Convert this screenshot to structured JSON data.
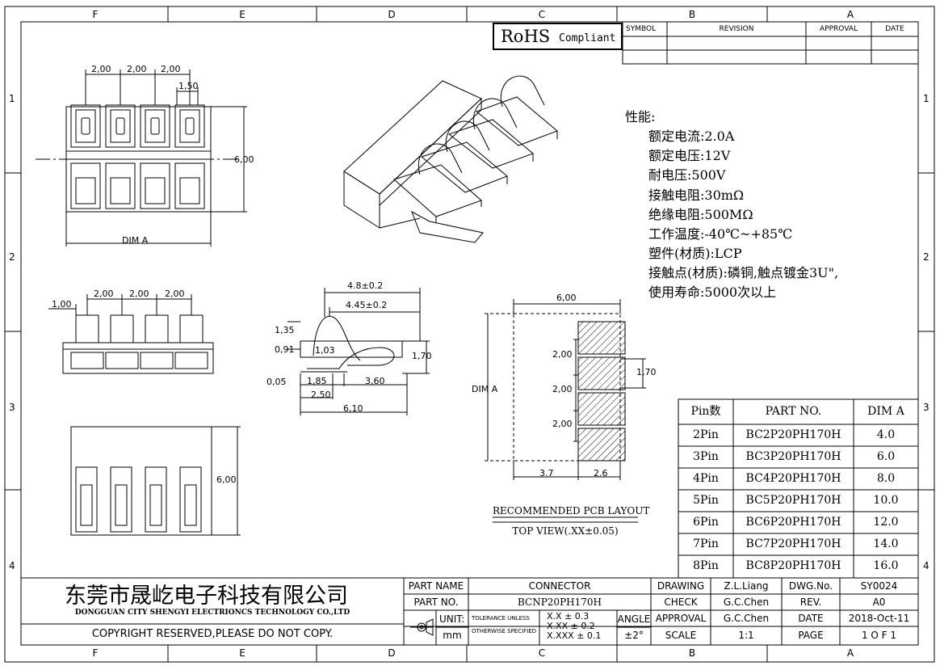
{
  "zone_letters": [
    "F",
    "E",
    "D",
    "C",
    "B",
    "A"
  ],
  "zone_numbers": [
    "1",
    "2",
    "3",
    "4"
  ],
  "rohs": {
    "main": "RoHS",
    "sub": "Compliant"
  },
  "revision_table": {
    "headers": [
      "SYMBOL",
      "REVISION",
      "APPROVAL",
      "DATE"
    ]
  },
  "specs": {
    "title": "性能:",
    "lines": [
      "额定电流:2.0A",
      "额定电压:12V",
      "耐电压:500V",
      "接触电阻:30mΩ",
      "绝缘电阻:500MΩ",
      "工作温度:-40℃~+85℃",
      "塑件(材质):LCP",
      "接触点(材质):磷铜,触点镀金3U\",",
      "使用寿命:5000次以上"
    ]
  },
  "dims": {
    "top_pitch": [
      "2,00",
      "2,00",
      "2,00"
    ],
    "top_pad": "1,50",
    "top_height": "6,00",
    "dim_a": "DIM A",
    "side_left": "1,00",
    "side_pitch": [
      "2,00",
      "2,00",
      "2,00"
    ],
    "bottom_height": "6,00",
    "contact": {
      "w1": "4.8±0.2",
      "w2": "4.45±0.2",
      "h135": "1,35",
      "h091": "0,91",
      "r103": "1,03",
      "h170": "1,70",
      "t005": "0,05",
      "l185": "1,85",
      "l360": "3,60",
      "l250": "2,50",
      "l610": "6,10"
    },
    "pcb": {
      "width": "6,00",
      "pitch": [
        "2,00",
        "2,00",
        "2,00"
      ],
      "pad_h": "1,70",
      "dim_a": "DIM A",
      "b1": "3.7",
      "b2": "2.6"
    }
  },
  "pcb_caption": {
    "line1": "RECOMMENDED PCB LAYOUT",
    "line2": "TOP VIEW(.XX±0.05)"
  },
  "part_table": {
    "headers": [
      "Pin数",
      "PART NO.",
      "DIM A"
    ],
    "rows": [
      [
        "2Pin",
        "BC2P20PH170H",
        "4.0"
      ],
      [
        "3Pin",
        "BC3P20PH170H",
        "6.0"
      ],
      [
        "4Pin",
        "BC4P20PH170H",
        "8.0"
      ],
      [
        "5Pin",
        "BC5P20PH170H",
        "10.0"
      ],
      [
        "6Pin",
        "BC6P20PH170H",
        "12.0"
      ],
      [
        "7Pin",
        "BC7P20PH170H",
        "14.0"
      ],
      [
        "8Pin",
        "BC8P20PH170H",
        "16.0"
      ]
    ]
  },
  "title_block": {
    "company_cn": "东莞市晟屹电子科技有限公司",
    "company_en": "DONGGUAN CITY SHENGYI ELECTRIONCS TECHNOLOGY CO.,LTD",
    "copyright": "COPYRIGHT RESERVED,PLEASE DO NOT COPY.",
    "part_name_label": "PART NAME",
    "part_name": "CONNECTOR",
    "part_no_label": "PART NO.",
    "part_no": "BCNP20PH170H",
    "unit_label": "UNIT:",
    "unit": "mm",
    "tol_l1": "TOLERANCE UNLESS",
    "tol_l2": "OTHERWISE SPECIFIED",
    "tol_v1": "X.X ± 0.3",
    "tol_v2": "X.XX ± 0.2",
    "tol_v3": "X.XXX ± 0.1",
    "angle_label": "ANGLE",
    "angle": "±2°",
    "drawing_label": "DRAWING",
    "drawing": "Z.L.Liang",
    "check_label": "CHECK",
    "check": "G.C.Chen",
    "approval_label": "APPROVAL",
    "approval": "G.C.Chen",
    "scale_label": "SCALE",
    "scale": "1:1",
    "dwg_label": "DWG.No.",
    "dwg": "SY0024",
    "rev_label": "REV.",
    "rev": "A0",
    "date_label": "DATE",
    "date": "2018-Oct-11",
    "page_label": "PAGE",
    "page": "1 O F 1"
  }
}
